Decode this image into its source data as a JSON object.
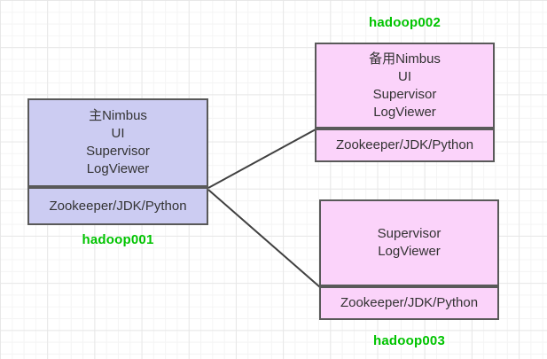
{
  "nodes": {
    "hadoop001": {
      "label": "hadoop001",
      "services": [
        "主Nimbus",
        "UI",
        "Supervisor",
        "LogViewer"
      ],
      "runtime": "Zookeeper/JDK/Python",
      "fill": "#ccccf2"
    },
    "hadoop002": {
      "label": "hadoop002",
      "services": [
        "备用Nimbus",
        "UI",
        "Supervisor",
        "LogViewer"
      ],
      "runtime": "Zookeeper/JDK/Python",
      "fill": "#fbd3fa"
    },
    "hadoop003": {
      "label": "hadoop003",
      "services": [
        "Supervisor",
        "LogViewer"
      ],
      "runtime": "Zookeeper/JDK/Python",
      "fill": "#fbd3fa"
    }
  },
  "colors": {
    "node1_fill": "#ccccf2",
    "node2_fill": "#fbd3fa",
    "node3_fill": "#fbd3fa",
    "border": "#595959",
    "connector": "#404040",
    "label_green": "#00c400",
    "text": "#333333",
    "background": "#ffffff",
    "grid_minor": "#f4f4f4",
    "grid_major": "#e7e7e7"
  }
}
